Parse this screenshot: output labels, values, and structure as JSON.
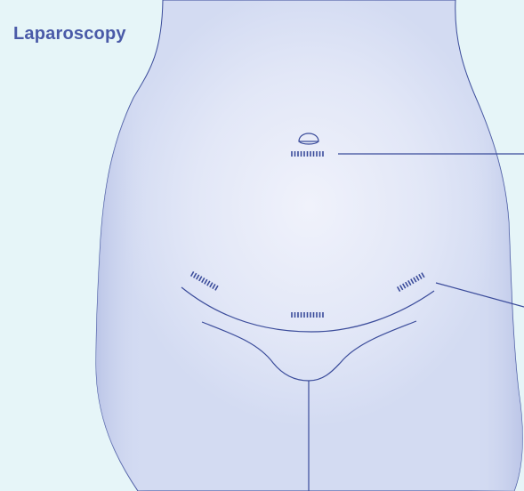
{
  "title": "Laparoscopy",
  "colors": {
    "background": "#e6f5f8",
    "body_fill": "#d9e0f4",
    "body_highlight": "#eef1fb",
    "outline": "#3a4b9a",
    "title_text": "#4a5aa8"
  },
  "incision_sites": [
    "navel",
    "left-lower-abdomen",
    "right-lower-abdomen",
    "lower-midline"
  ],
  "icons": {
    "navel": "navel-icon"
  }
}
